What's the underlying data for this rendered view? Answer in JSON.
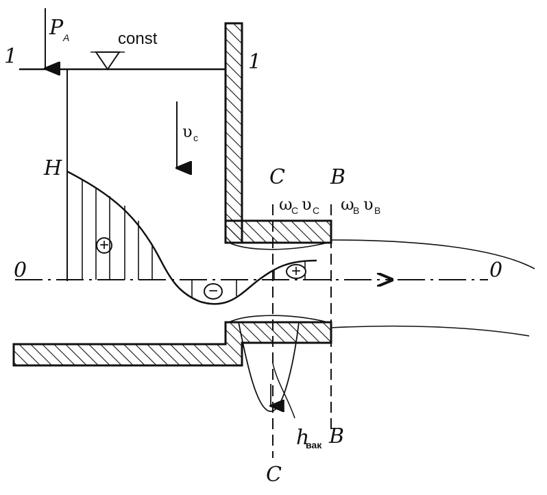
{
  "labels": {
    "pressure_symbol": "P",
    "pressure_subscript": "A",
    "level_const": "const",
    "section_1_left": "1",
    "section_1_right": "1",
    "velocity_symbol": "υ",
    "velocity_subscript": "c",
    "H": "H",
    "datum_left": "0",
    "datum_right": "0",
    "section_C_top": "C",
    "section_B_top": "B",
    "area_velocity_C_omega": "ω",
    "area_velocity_C_omega_sub": "C",
    "area_velocity_C_v": "υ",
    "area_velocity_C_v_sub": "C",
    "area_velocity_B_omega": "ω",
    "area_velocity_B_omega_sub": "B",
    "area_velocity_B_v": "υ",
    "area_velocity_B_v_sub": "B",
    "plus_sign_left": "+",
    "minus_sign": "−",
    "plus_sign_right": "+",
    "h_vac": "h",
    "h_vac_subscript": "вак",
    "section_B_bottom": "B",
    "section_C_bottom": "C"
  }
}
